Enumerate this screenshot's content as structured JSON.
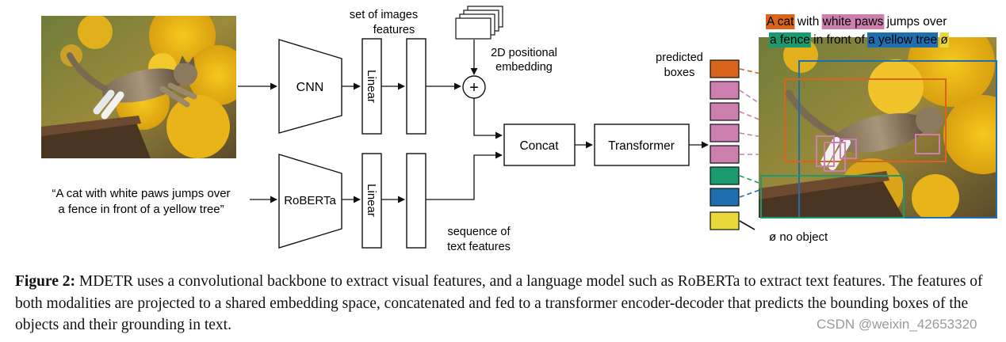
{
  "diagram": {
    "cnn_label": "CNN",
    "roberta_label": "RoBERTa",
    "linear_label": "Linear",
    "image_features_label": [
      "set of images",
      "features"
    ],
    "pos_embedding_label": [
      "2D positional",
      "embedding"
    ],
    "concat_label": "Concat",
    "transformer_label": "Transformer",
    "predicted_boxes_label": [
      "predicted",
      "boxes"
    ],
    "text_features_label": [
      "sequence of",
      "text features"
    ],
    "input_text": [
      "“A cat with white paws jumps over",
      "a fence in front of a yellow tree”"
    ],
    "plus_symbol": "+",
    "no_object_label": "ø no object",
    "grounded_text": {
      "line1": [
        {
          "text": "A cat",
          "highlight": "#d9641b"
        },
        {
          "text": " with ",
          "highlight": ""
        },
        {
          "text": "white paws",
          "highlight": "#cc7fae"
        },
        {
          "text": " jumps over",
          "highlight": ""
        }
      ],
      "line2": [
        {
          "text": "a fence",
          "highlight": "#1b9a6f"
        },
        {
          "text": " in front of ",
          "highlight": ""
        },
        {
          "text": "a yellow tree",
          "highlight": "#1d6fb0"
        },
        {
          "text": " ",
          "highlight": ""
        },
        {
          "text": "ø",
          "highlight": "#e8d83a"
        }
      ]
    },
    "box_colors": [
      "#d9641b",
      "#cc7fae",
      "#cc7fae",
      "#cc7fae",
      "#cc7fae",
      "#1b9a6f",
      "#1d6fb0",
      "#e8d83a"
    ]
  },
  "caption": {
    "figure_label": "Figure 2:",
    "text": " MDETR uses a convolutional backbone to extract visual features, and a language model such as RoBERTa to extract text features. The features of both modalities are projected to a shared embedding space, concatenated and fed to a transformer encoder-decoder that predicts the bounding boxes of the objects and their grounding in text."
  },
  "watermark": "CSDN @weixin_42653320"
}
